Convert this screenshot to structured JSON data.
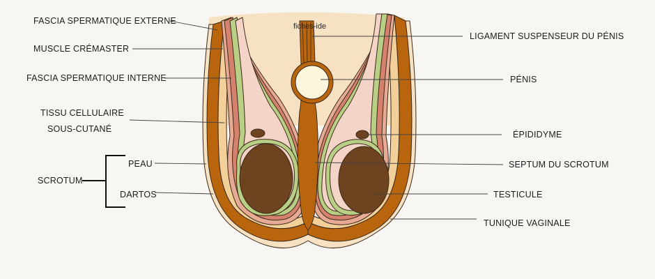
{
  "watermark": "fiches-ide",
  "labels_left": {
    "fascia_externe": "FASCIA SPERMATIQUE EXTERNE",
    "cremaster": "MUSCLE CRÉMASTER",
    "fascia_interne": "FASCIA SPERMATIQUE INTERNE",
    "tissu_line1": "TISSU CELLULAIRE",
    "tissu_line2": "SOUS-CUTANÉ",
    "scrotum": "SCROTUM",
    "peau": "PEAU",
    "dartos": "DARTOS"
  },
  "labels_right": {
    "ligament": "LIGAMENT SUSPENSEUR DU PÉNIS",
    "penis": "PÉNIS",
    "epididyme": "ÉPIDIDYME",
    "septum": "SEPTUM DU SCROTUM",
    "testicule": "TESTICULE",
    "tunique": "TUNIQUE VAGINALE"
  },
  "colors": {
    "background": "#f7f6f2",
    "skin_beige": "#f6e1c2",
    "dartos_brown": "#b8650e",
    "fascia_rose": "#e7aa95",
    "cremaster_red": "#d4826e",
    "fascia_green": "#b9cf86",
    "tunique_pink": "#f5d4c8",
    "testis_brown": "#6e4320",
    "penis_cream": "#fbf6dc"
  }
}
